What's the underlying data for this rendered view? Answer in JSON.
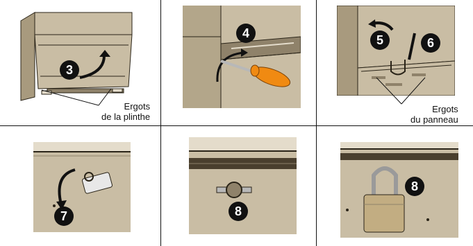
{
  "colors": {
    "panel_bg": "#c9bda4",
    "panel_light": "#e4dccb",
    "panel_dark": "#8f826a",
    "outline": "#2a2418",
    "badge_bg": "#111111",
    "badge_fg": "#ffffff",
    "screwdriver_handle": "#f08a12",
    "screwdriver_shaft": "#b8b8b8",
    "lock_body": "#c2ad82"
  },
  "steps": [
    {
      "number": "3",
      "description_icon": "curved-arrow-up-icon"
    },
    {
      "number": "4",
      "description_icon": "screwdriver-icon"
    },
    {
      "number": "5",
      "description_icon": "curved-arrow-left-icon"
    },
    {
      "number": "6",
      "description_icon": "down-arrow-icon"
    },
    {
      "number": "7",
      "description_icon": "rotate-arrow-icon"
    },
    {
      "number": "8",
      "description_icon": "latch-icon"
    },
    {
      "number": "8",
      "description_icon": "padlock-icon"
    }
  ],
  "labels": {
    "plinth_lugs_line1": "Ergots",
    "plinth_lugs_line2": "de la plinthe",
    "panel_lugs_line1": "Ergots",
    "panel_lugs_line2": "du panneau"
  }
}
